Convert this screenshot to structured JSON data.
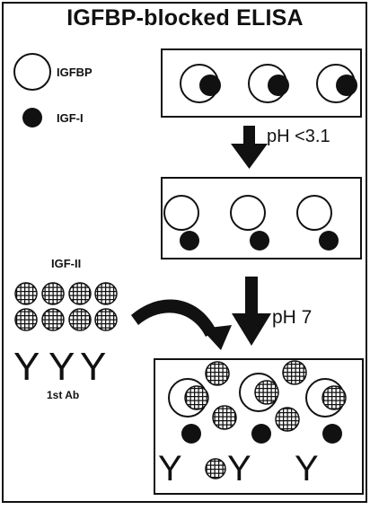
{
  "title": "IGFBP-blocked ELISA",
  "legend": {
    "igfbp_label": "IGFBP",
    "igf1_label": "IGF-I"
  },
  "steps": {
    "acid_label": "pH <3.1",
    "neutral_label": "pH 7"
  },
  "reagents": {
    "igf2_label": "IGF-II",
    "antibody_label": "1st Ab",
    "antibody_glyph": "Y"
  },
  "colors": {
    "ink": "#111111",
    "background": "#ffffff"
  }
}
